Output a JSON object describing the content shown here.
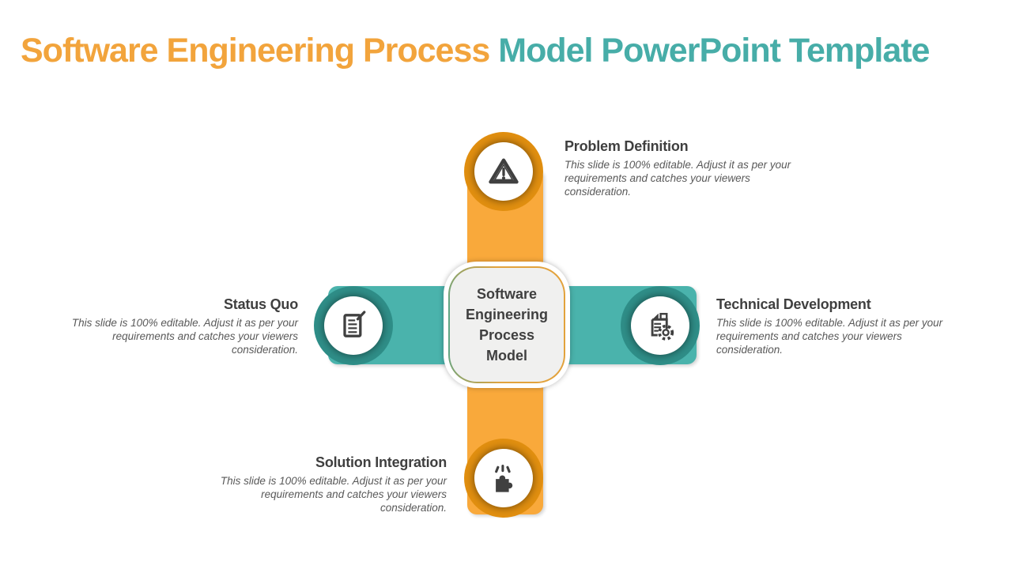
{
  "title": {
    "part1": "Software Engineering Process ",
    "part2": "Model PowerPoint Template"
  },
  "center": {
    "label": "Software Engineering Process Model"
  },
  "nodes": {
    "top": {
      "heading": "Problem Definition",
      "body": "This slide is 100% editable. Adjust it as per your requirements and catches your viewers consideration.",
      "icon": "warning-icon"
    },
    "left": {
      "heading": "Status Quo",
      "body": "This slide is 100% editable. Adjust it as per your requirements and catches your viewers consideration.",
      "icon": "edit-document-icon"
    },
    "right": {
      "heading": "Technical Development",
      "body": "This slide is 100% editable. Adjust it as per your requirements and catches your viewers consideration.",
      "icon": "document-gear-icon"
    },
    "bottom": {
      "heading": "Solution Integration",
      "body": "This slide is 100% editable. Adjust it as per your requirements and catches your viewers consideration.",
      "icon": "puzzle-icon"
    }
  },
  "colors": {
    "title_orange": "#F2A43C",
    "title_teal": "#47ADA8",
    "band_orange": "#F9A93B",
    "ring_orange": "#E18F10",
    "band_teal": "#4AB3AC",
    "ring_teal": "#2F8E88",
    "icon_gray": "#404040",
    "heading_gray": "#3F3F3F",
    "body_gray": "#595959",
    "card_fill": "#F0F0EF",
    "card_border_gold": "#E2A23C",
    "card_border_green": "#5FA584"
  }
}
